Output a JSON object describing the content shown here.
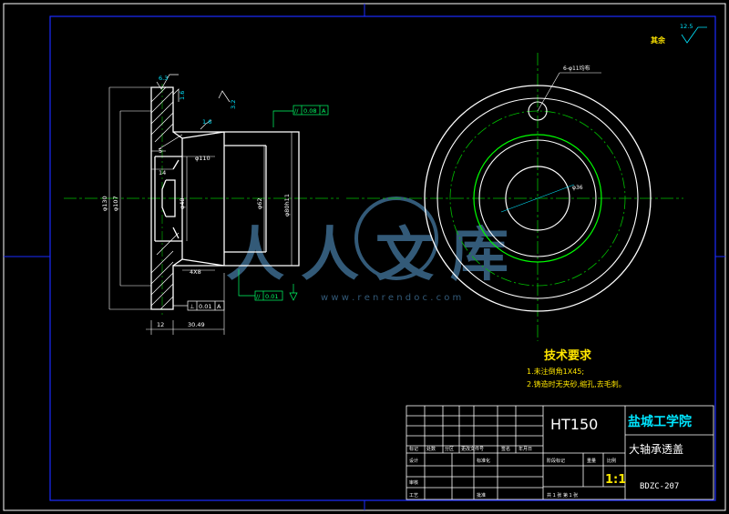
{
  "colors": {
    "frame": "#1a2cff",
    "part": "#ffffff",
    "dim": "#ffffff",
    "center": "#00c000",
    "thread": "#00ff00",
    "cyan": "#00e5ff",
    "yellow": "#ffe600",
    "tolerance": "#00ff66",
    "title_text": "#ffffff",
    "watermark": "#3c6a8e"
  },
  "roughness": {
    "general_label": "其余",
    "general_value": "12.5",
    "r1": "6.3",
    "r2": "1.6",
    "r3": "1.6",
    "r4": "3.2"
  },
  "dimensions": {
    "d_outer": "φ130",
    "d_flange": "φ107",
    "d_bore": "φ48",
    "d_mid": "φ62",
    "d_fit": "φ80h11",
    "d_chamfer": "φ110",
    "groove": "4X8",
    "step_len": "14",
    "small_len": "5",
    "flange_len": "12",
    "total_len": "30.49",
    "hole_callout": "6-φ11均布",
    "d_center": "φ36"
  },
  "tolerances": {
    "top_symbol": "//",
    "top_value": "0.08",
    "top_datum": "A",
    "left_symbol": "⊥",
    "left_value": "0.01",
    "left_datum": "A",
    "bottom_symbol": "//",
    "bottom_value": "0.01"
  },
  "tech": {
    "title": "技术要求",
    "line1": "1.未注倒角1X45;",
    "line2": "2.铸造时无夹砂,缩孔,去毛刺。"
  },
  "title_block": {
    "material": "HT150",
    "school": "盐城工学院",
    "part_name": "大轴承透盖",
    "drawing_no": "BDZC-207",
    "scale": "1:1",
    "h1": "标记",
    "h2": "处数",
    "h3": "分区",
    "h4": "更改文件号",
    "h5": "签名",
    "h6": "年月日",
    "r_design": "设计",
    "r_std": "标准化",
    "r_review": "审核",
    "r_process": "工艺",
    "r_approve": "批准",
    "stage": "阶段标记",
    "weight": "重量",
    "scale_label": "比例",
    "sheet": "共 1 张  第 1 张"
  },
  "watermark": {
    "text": "人人文库",
    "url": "w w w . r e n r e n d o c . c o m"
  }
}
